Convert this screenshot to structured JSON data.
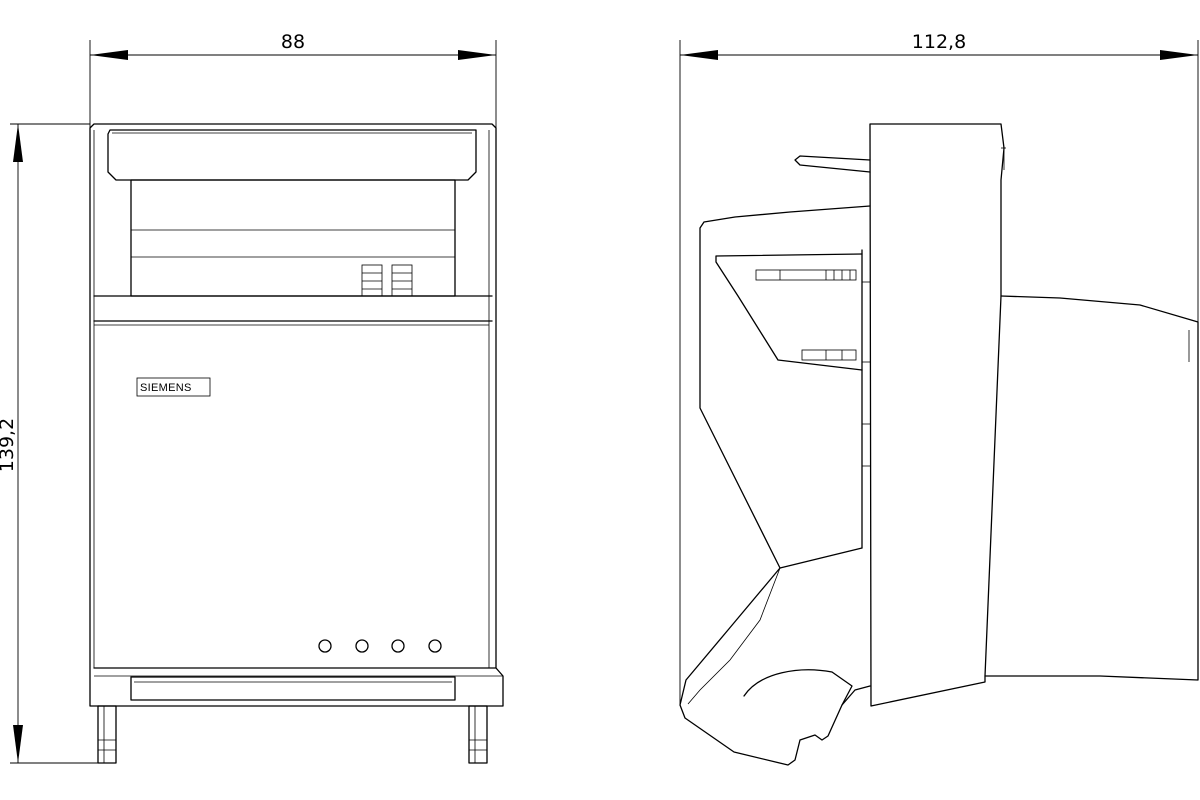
{
  "dimensions": {
    "front_width": "88",
    "front_height": "139,2",
    "side_depth": "112,8"
  },
  "brand": {
    "logo_text": "SIEMENS"
  },
  "views": [
    "front-view",
    "side-view"
  ]
}
